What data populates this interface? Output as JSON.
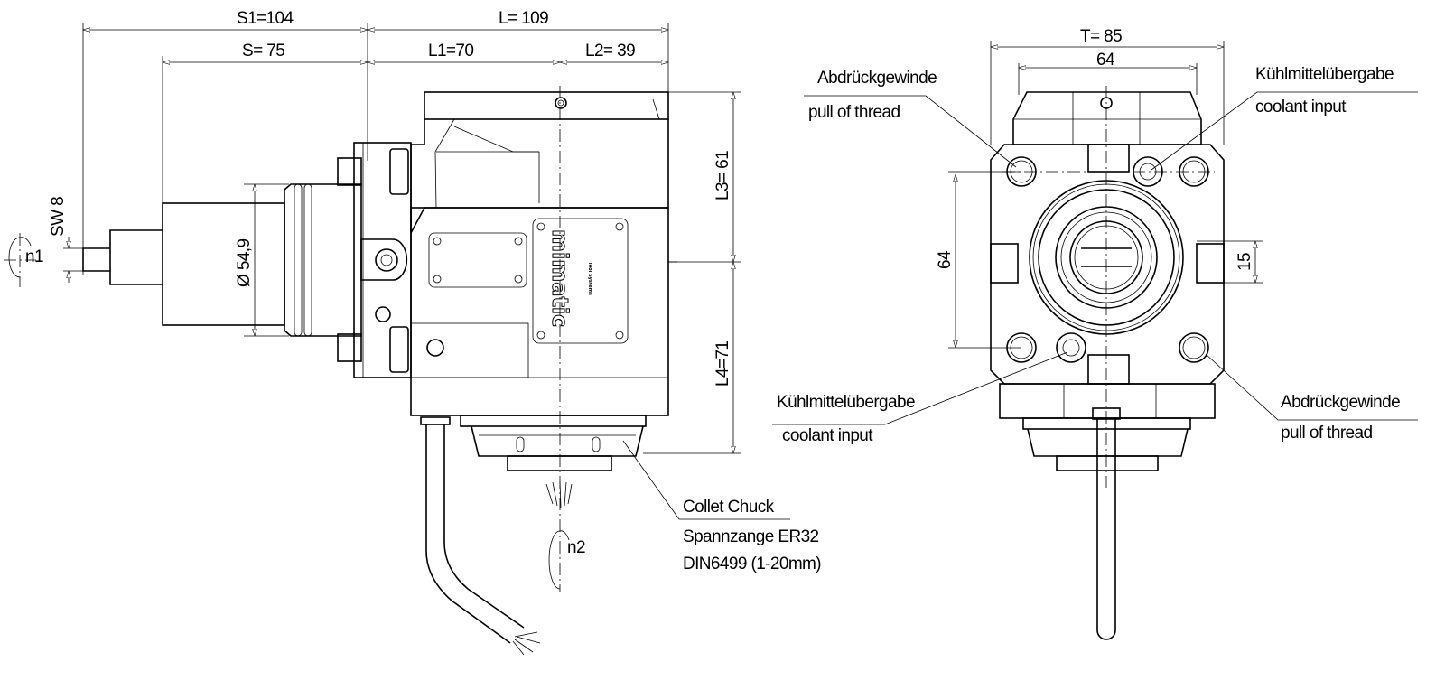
{
  "left_view": {
    "dimensions": {
      "s1": "S1=104",
      "l": "L= 109",
      "s": "S= 75",
      "l1": "L1=70",
      "l2": "L2= 39",
      "l3": "L3= 61",
      "l4": "L4=71",
      "diameter": "Ø 54,9",
      "sw": "SW 8"
    },
    "rotation_input": "n1",
    "rotation_output": "n2",
    "logo": "mimatic",
    "logo_sub": "Tool Systems",
    "collet_label": {
      "line1": "Collet Chuck",
      "line2": "Spannzange ER32",
      "line3": "DIN6499 (1-20mm)"
    }
  },
  "right_view": {
    "dimensions": {
      "t": "T= 85",
      "width_64": "64",
      "height_64": "64",
      "slot_15": "15"
    },
    "callouts": {
      "top_left": {
        "de": "Abdrückgewinde",
        "en": "pull of thread"
      },
      "top_right": {
        "de": "Kühlmittelübergabe",
        "en": "coolant input"
      },
      "bottom_left": {
        "de": "Kühlmittelübergabe",
        "en": "coolant input"
      },
      "bottom_right": {
        "de": "Abdrückgewinde",
        "en": "pull of thread"
      }
    }
  }
}
